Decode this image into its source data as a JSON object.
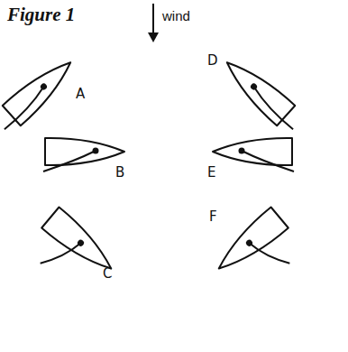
{
  "diagram": {
    "title": "Figure 1",
    "labels": [
      "wind",
      "A",
      "B",
      "C",
      "D",
      "E",
      "F"
    ]
  }
}
